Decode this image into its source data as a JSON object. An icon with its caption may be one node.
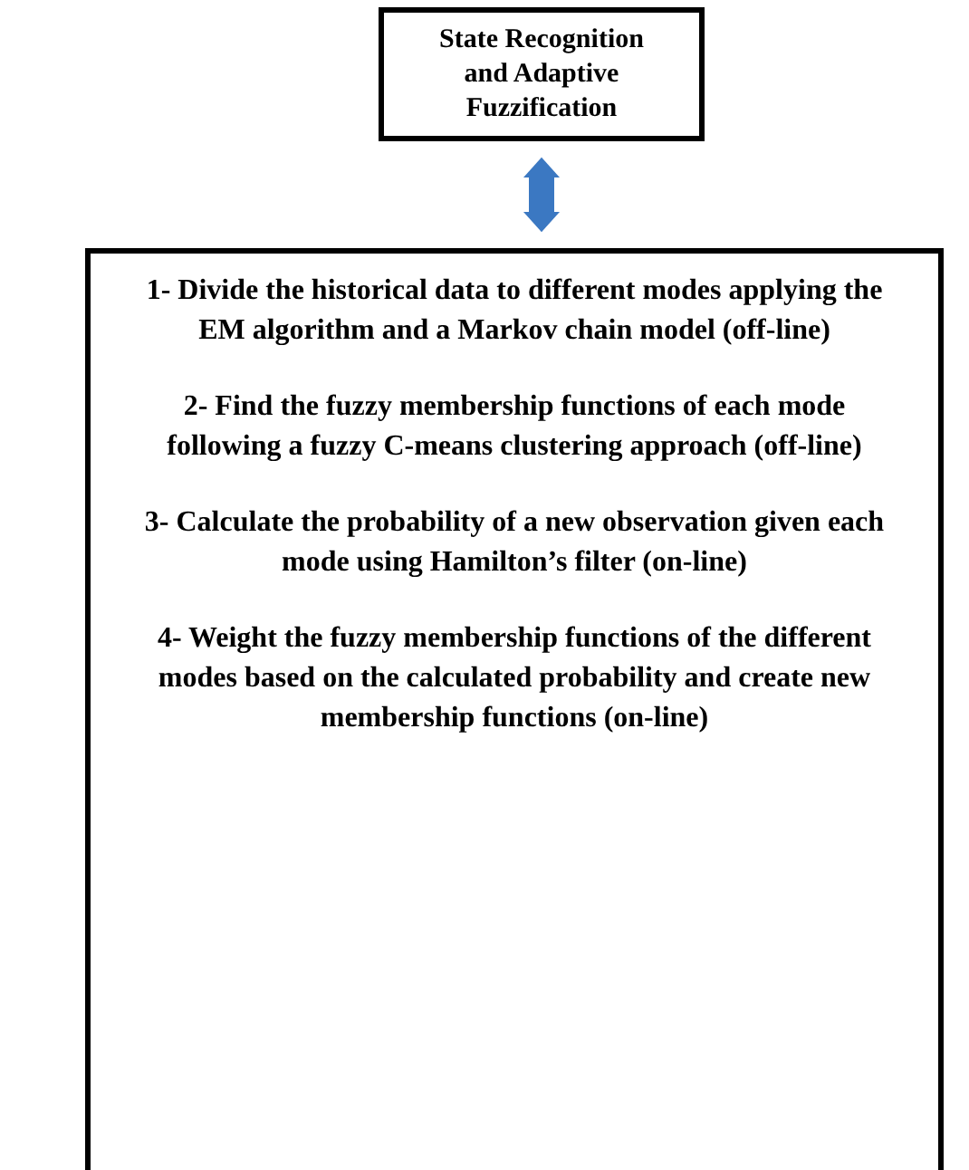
{
  "diagram": {
    "nodes": [
      {
        "text": [
          "State Recognition and Adaptive Fuzzification"
        ]
      },
      {
        "text": [
          "1- Divide the historical data to different modes applying the EM algorithm and a Markov chain model (off-line)",
          "2- Find the fuzzy membership functions of each mode following a fuzzy C-means clustering approach (off-line)",
          "3- Calculate the probability of a new observation given each mode using Hamilton’s filter (on-line)",
          "4- Weight the fuzzy membership functions of the different modes based on the calculated probability and create new membership functions (on-line)"
        ]
      }
    ],
    "edges": [
      {
        "from": 0,
        "to": 1,
        "arrow": "both"
      }
    ]
  }
}
